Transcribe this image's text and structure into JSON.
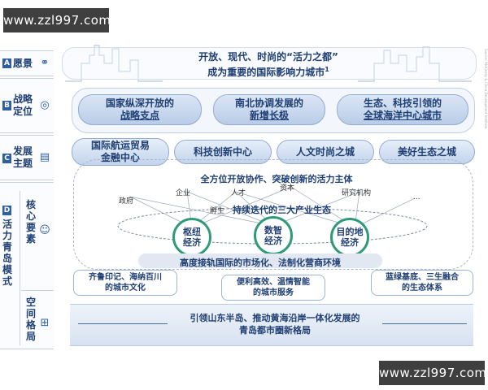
{
  "watermark": {
    "top": "www.zzl997.com",
    "bottom": "www.zzl997.com"
  },
  "vision": {
    "line1": "开放、现代、时尚的“活力之都”",
    "line2": "成为重要的国际影响力城市",
    "footnote": "1"
  },
  "sidebar": {
    "a": {
      "letter": "A",
      "label": "愿景"
    },
    "b": {
      "letter": "B",
      "label1": "战略",
      "label2": "定位"
    },
    "c": {
      "letter": "C",
      "label1": "发展",
      "label2": "主题"
    },
    "d": {
      "letter": "D",
      "label": "活力青岛模式",
      "sub1": "核心要素",
      "sub2": "空间格局"
    }
  },
  "positioning": [
    {
      "l1": "国家纵深开放的",
      "l2": "战略支点"
    },
    {
      "l1": "南北协调发展的",
      "l2": "新增长极"
    },
    {
      "l1": "生态、科技引领的",
      "l2": "全球海洋中心城市"
    }
  ],
  "themes": [
    {
      "l1": "国际航运贸易",
      "l2": "金融中心"
    },
    {
      "l1": "科技创新中心",
      "l2": ""
    },
    {
      "l1": "人文时尚之城",
      "l2": ""
    },
    {
      "l1": "美好生态之城",
      "l2": ""
    }
  ],
  "core": {
    "title": "全方位开放协作、突破创新的活力主体",
    "actors": [
      "政府",
      "企业",
      "人才",
      "资本",
      "研究机构",
      "..."
    ],
    "incubate": "孵生",
    "ecosystem": "持续迭代的三大产业生态",
    "circles": [
      {
        "l1": "枢纽",
        "l2": "经济"
      },
      {
        "l1": "数智",
        "l2": "经济"
      },
      {
        "l1": "目的地",
        "l2": "经济"
      }
    ],
    "env": "高度接轨国际的市场化、法制化营商环境"
  },
  "bottom_boxes": [
    {
      "l1": "齐鲁印记、海纳百川",
      "l2": "的城市文化"
    },
    {
      "l1": "便利高效、温情智能",
      "l2": "的城市服务"
    },
    {
      "l1": "蓝绿基底、三生融合",
      "l2": "的生态体系"
    }
  ],
  "spatial": {
    "l1": "引领山东半岛、推动黄海沿岸一体化发展的",
    "l2": "青岛都市圈新格局"
  },
  "source_note": "Source: McKinsey & China Development Institute"
}
